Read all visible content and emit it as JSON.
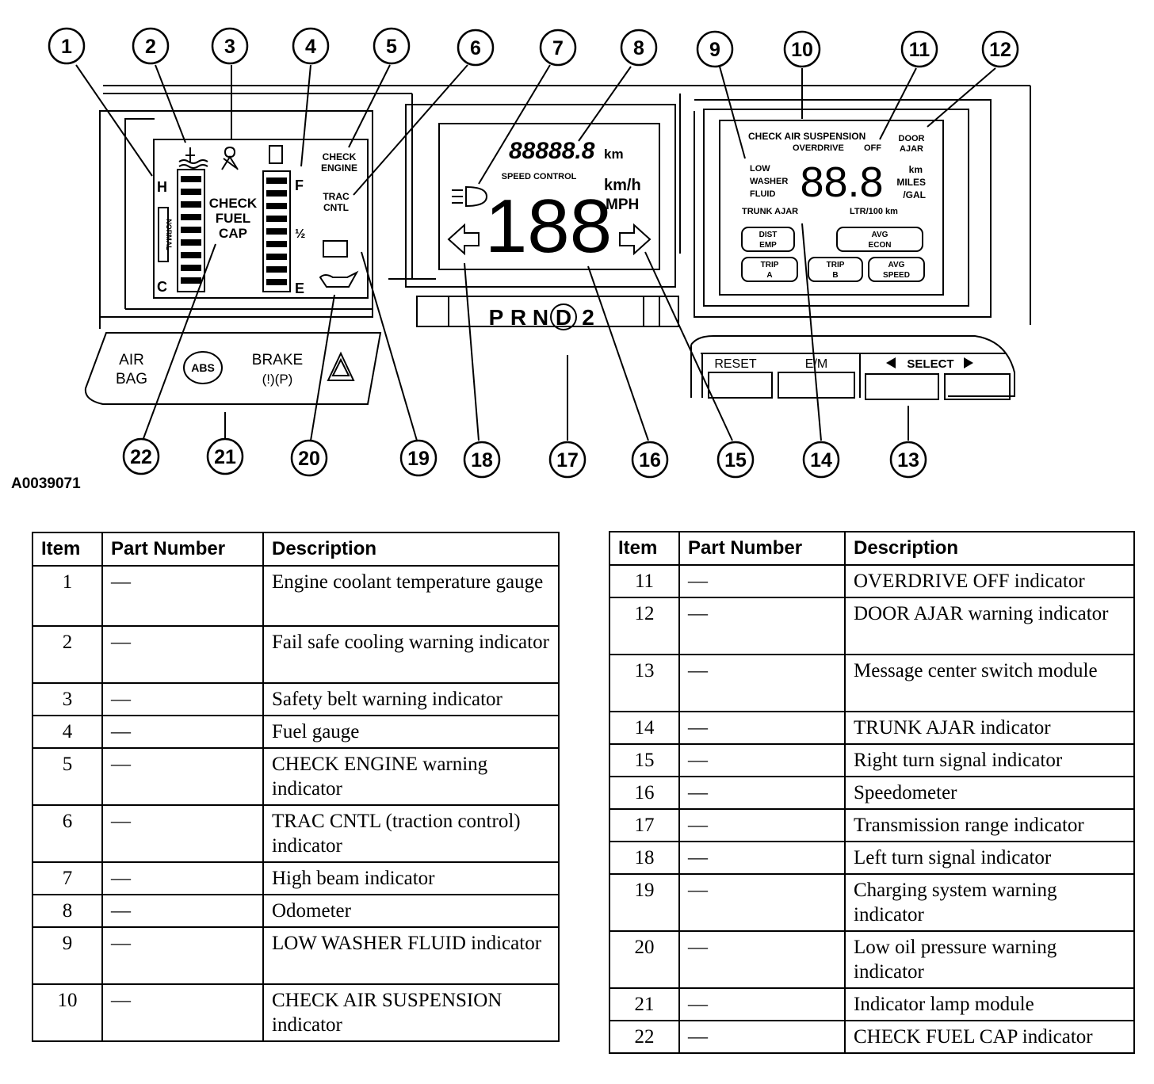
{
  "figure_id": "A0039071",
  "callouts": [
    "1",
    "2",
    "3",
    "4",
    "5",
    "6",
    "7",
    "8",
    "9",
    "10",
    "11",
    "12",
    "13",
    "14",
    "15",
    "16",
    "17",
    "18",
    "19",
    "20",
    "21",
    "22"
  ],
  "cluster": {
    "temp_gauge": {
      "hot": "H",
      "cold": "C",
      "normal": "NORMAL"
    },
    "check_fuel_cap": [
      "CHECK",
      "FUEL",
      "CAP"
    ],
    "fuel_gauge": {
      "full": "F",
      "half": "½",
      "empty": "E"
    },
    "check_engine": [
      "CHECK",
      "ENGINE"
    ],
    "trac_cntl": [
      "TRAC",
      "CNTL"
    ],
    "odometer": "88888.8",
    "odometer_unit": "km",
    "speed_control": "SPEED CONTROL",
    "speedometer": "188",
    "speed_units": [
      "km/h",
      "MPH"
    ],
    "prnd": [
      "P",
      "R",
      "N",
      "D",
      "2"
    ],
    "message_center": {
      "check_air_suspension": "CHECK AIR SUSPENSION",
      "overdrive": "OVERDRIVE",
      "off": "OFF",
      "door_ajar": [
        "DOOR",
        "AJAR"
      ],
      "low_washer_fluid": [
        "LOW",
        "WASHER",
        "FLUID"
      ],
      "digits": "88.8",
      "units_right": [
        "km",
        "MILES",
        "/GAL"
      ],
      "trunk_ajar": "TRUNK AJAR",
      "ltr_100km": "LTR/100 km",
      "buttons": [
        [
          "DIST",
          "EMP"
        ],
        [
          "AVG",
          "ECON"
        ],
        [
          "TRIP",
          "A"
        ],
        [
          "TRIP",
          "B"
        ],
        [
          "AVG",
          "SPEED"
        ]
      ]
    },
    "lamp_module": {
      "air_bag": [
        "AIR",
        "BAG"
      ],
      "abs": "ABS",
      "brake": "BRAKE",
      "brake_sub": "(!)(P)"
    },
    "switches": {
      "reset": "RESET",
      "e_m": "E/M",
      "select": "SELECT"
    }
  },
  "table_headers": {
    "item": "Item",
    "part_number": "Part Number",
    "description": "Description"
  },
  "table_left": [
    {
      "item": "1",
      "part": "—",
      "desc": "Engine coolant temperature gauge"
    },
    {
      "item": "2",
      "part": "—",
      "desc": "Fail safe cooling warning indicator"
    },
    {
      "item": "3",
      "part": "—",
      "desc": "Safety belt warning indicator"
    },
    {
      "item": "4",
      "part": "—",
      "desc": "Fuel gauge"
    },
    {
      "item": "5",
      "part": "—",
      "desc": "CHECK ENGINE warning indicator"
    },
    {
      "item": "6",
      "part": "—",
      "desc": "TRAC CNTL (traction control) indicator"
    },
    {
      "item": "7",
      "part": "—",
      "desc": "High beam indicator"
    },
    {
      "item": "8",
      "part": "—",
      "desc": "Odometer"
    },
    {
      "item": "9",
      "part": "—",
      "desc": "LOW WASHER FLUID indicator"
    },
    {
      "item": "10",
      "part": "—",
      "desc": "CHECK AIR SUSPENSION indicator"
    }
  ],
  "table_right": [
    {
      "item": "11",
      "part": "—",
      "desc": "OVERDRIVE OFF indicator"
    },
    {
      "item": "12",
      "part": "—",
      "desc": "DOOR AJAR warning indicator"
    },
    {
      "item": "13",
      "part": "—",
      "desc": "Message center switch module"
    },
    {
      "item": "14",
      "part": "—",
      "desc": "TRUNK AJAR indicator"
    },
    {
      "item": "15",
      "part": "—",
      "desc": "Right turn signal indicator"
    },
    {
      "item": "16",
      "part": "—",
      "desc": "Speedometer"
    },
    {
      "item": "17",
      "part": "—",
      "desc": "Transmission range indicator"
    },
    {
      "item": "18",
      "part": "—",
      "desc": "Left turn signal indicator"
    },
    {
      "item": "19",
      "part": "—",
      "desc": "Charging system warning indicator"
    },
    {
      "item": "20",
      "part": "—",
      "desc": "Low oil pressure warning indicator"
    },
    {
      "item": "21",
      "part": "—",
      "desc": "Indicator lamp module"
    },
    {
      "item": "22",
      "part": "—",
      "desc": "CHECK FUEL CAP indicator"
    }
  ]
}
